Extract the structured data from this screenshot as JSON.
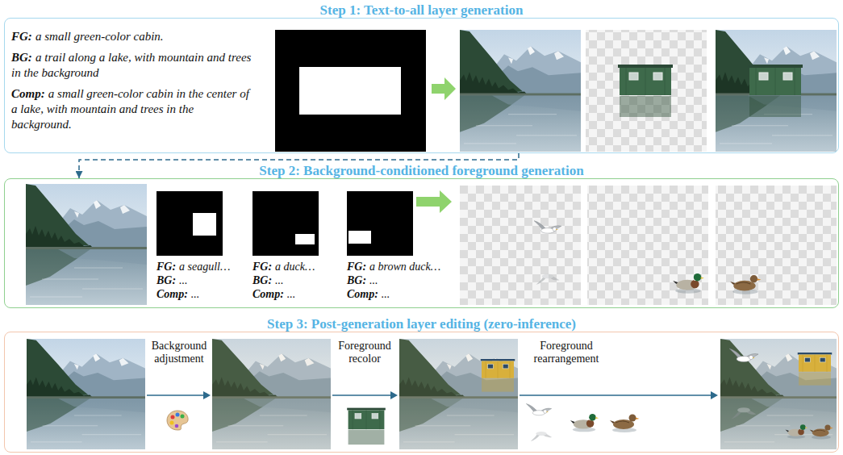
{
  "diagram": {
    "nodes": [
      {
        "text": [
          "Step 1: Text-to-all layer generation"
        ]
      },
      {
        "text": [
          "Step 2: Background-conditioned foreground generation"
        ]
      },
      {
        "text": [
          "Step 3: Post-generation layer editing (zero-inference)"
        ]
      }
    ],
    "edges": [
      {
        "from": 0,
        "to": 1,
        "arrow": "to"
      }
    ],
    "labels": [
      "FG:",
      "a small green-color cabin.",
      "BG:",
      "a trail along a lake, with mountain and trees in the background",
      "Comp:",
      "a small green-color cabin in the center of a lake, with mountain and trees in the background.",
      "FG:",
      "a seagull…",
      "BG:",
      "...",
      "Comp:",
      "...",
      "FG:",
      "a duck…",
      "BG:",
      "...",
      "Comp:",
      "...",
      "FG:",
      "a brown duck…",
      "BG:",
      "...",
      "Comp:",
      "...",
      "Background adjustment",
      "Foreground recolor",
      "Foreground rearrangement"
    ]
  }
}
